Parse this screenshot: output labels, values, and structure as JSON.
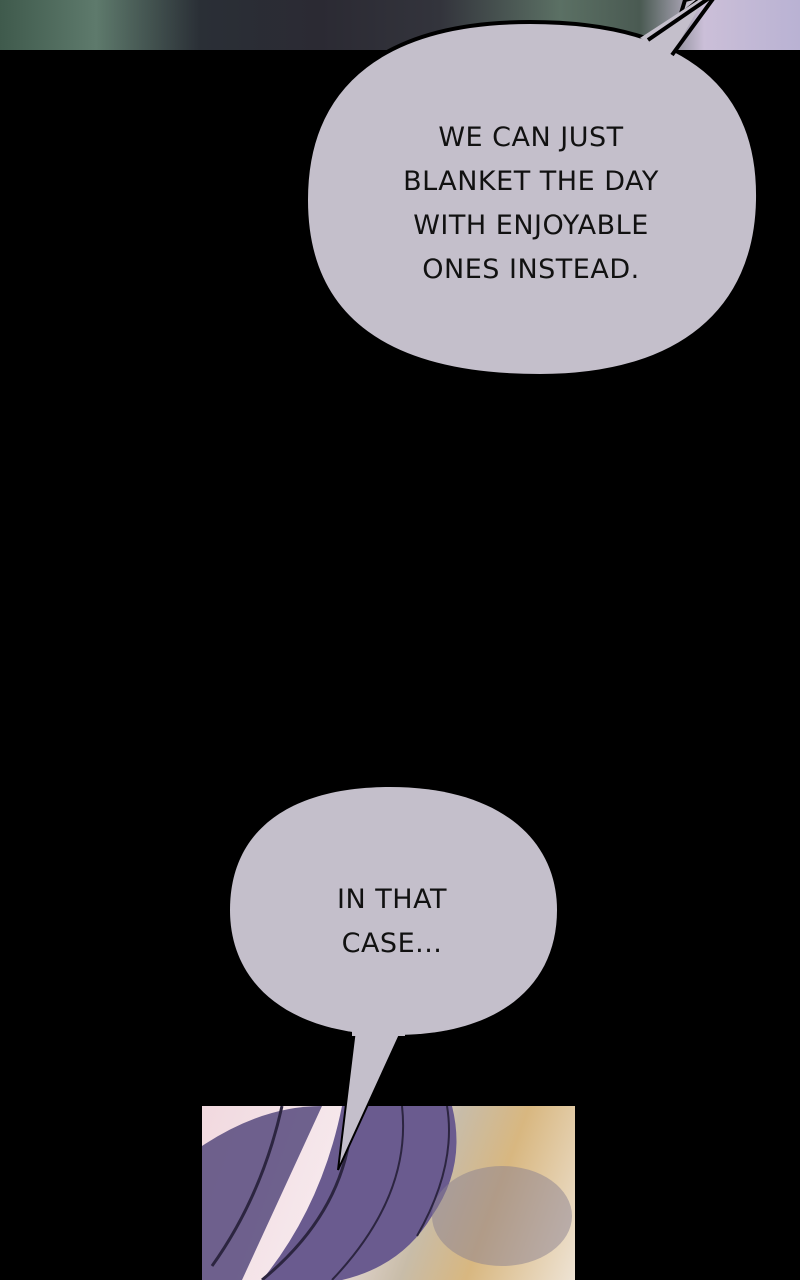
{
  "bubbles": [
    {
      "lines": [
        "WE CAN JUST",
        "BLANKET THE DAY",
        "WITH ENJOYABLE",
        "ONES INSTEAD."
      ]
    },
    {
      "lines": [
        "IN THAT",
        "CASE..."
      ]
    }
  ],
  "colors": {
    "bubble_fill": "#c4bfcb",
    "background": "#000000",
    "hair": "#5f5283"
  }
}
